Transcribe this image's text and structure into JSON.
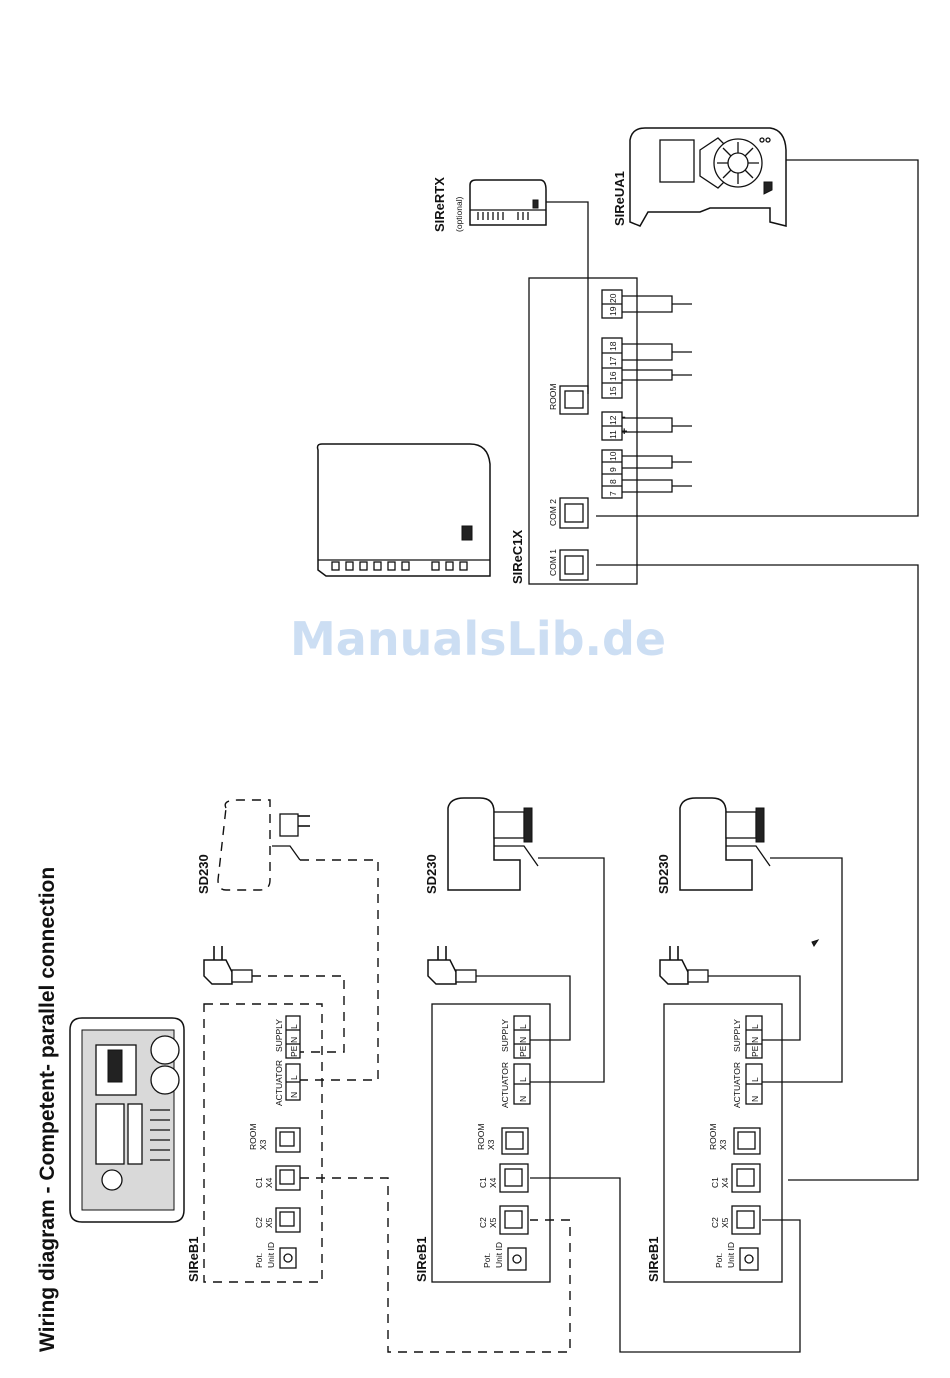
{
  "title": "Wiring diagram - Competent- parallel connection",
  "watermark": "ManualsLib.de",
  "controller": {
    "name": "SIReC1X",
    "com1": "COM 1",
    "com2": "COM 2",
    "room": "ROOM",
    "terminals": [
      "7",
      "8",
      "9",
      "10",
      "11",
      "12",
      "15",
      "16",
      "17",
      "18",
      "19",
      "20"
    ],
    "minus": "-",
    "plus": "+"
  },
  "room_unit": {
    "name": "SIReUA1"
  },
  "radio": {
    "name": "SIReRTX",
    "note": "(optional)"
  },
  "boards": [
    {
      "name": "SIReB1",
      "pot": "Pot.",
      "unit_id": "Unit ID",
      "c2": "C2",
      "x5": "X5",
      "c1": "C1",
      "x4": "X4",
      "room": "ROOM",
      "x3": "X3",
      "actuator": "ACTUATOR",
      "supply": "SUPPLY",
      "n": "N",
      "l": "L",
      "pe": "PE"
    },
    {
      "name": "SIReB1",
      "pot": "Pot.",
      "unit_id": "Unit ID",
      "c2": "C2",
      "x5": "X5",
      "c1": "C1",
      "x4": "X4",
      "room": "ROOM",
      "x3": "X3",
      "actuator": "ACTUATOR",
      "supply": "SUPPLY",
      "n": "N",
      "l": "L",
      "pe": "PE"
    },
    {
      "name": "SIReB1",
      "pot": "Pot.",
      "unit_id": "Unit ID",
      "c2": "C2",
      "x5": "X5",
      "c1": "C1",
      "x4": "X4",
      "room": "ROOM",
      "x3": "X3",
      "actuator": "ACTUATOR",
      "supply": "SUPPLY",
      "n": "N",
      "l": "L",
      "pe": "PE"
    }
  ],
  "dampers": [
    {
      "name": "SD230"
    },
    {
      "name": "SD230"
    },
    {
      "name": "SD230"
    }
  ]
}
